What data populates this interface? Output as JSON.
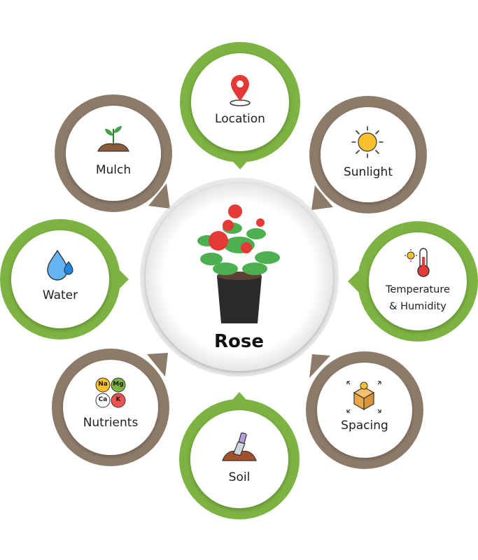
{
  "diagram": {
    "center": {
      "label": "Rose"
    },
    "nodes": [
      {
        "id": "location",
        "label": "Location",
        "icon": "location-pin-icon",
        "ring": "green"
      },
      {
        "id": "sunlight",
        "label": "Sunlight",
        "icon": "sun-icon",
        "ring": "brown"
      },
      {
        "id": "temperature",
        "label_line1": "Temperature",
        "label_line2": "& Humidity",
        "icon": "thermometer-icon",
        "ring": "green"
      },
      {
        "id": "spacing",
        "label": "Spacing",
        "icon": "box-spacing-icon",
        "ring": "brown"
      },
      {
        "id": "soil",
        "label": "Soil",
        "icon": "trowel-soil-icon",
        "ring": "green"
      },
      {
        "id": "nutrients",
        "label": "Nutrients",
        "icon": "nutrients-icon",
        "ring": "brown",
        "elements": [
          "Na",
          "Mg",
          "Ca",
          "K"
        ]
      },
      {
        "id": "water",
        "label": "Water",
        "icon": "water-drop-icon",
        "ring": "green"
      },
      {
        "id": "mulch",
        "label": "Mulch",
        "icon": "mulch-sprout-icon",
        "ring": "brown"
      }
    ],
    "colors": {
      "green": "#7cb342",
      "brown": "#8d7b6a",
      "inner": "#ffffff",
      "pin": "#e53935",
      "sun": "#fbc02d"
    }
  }
}
